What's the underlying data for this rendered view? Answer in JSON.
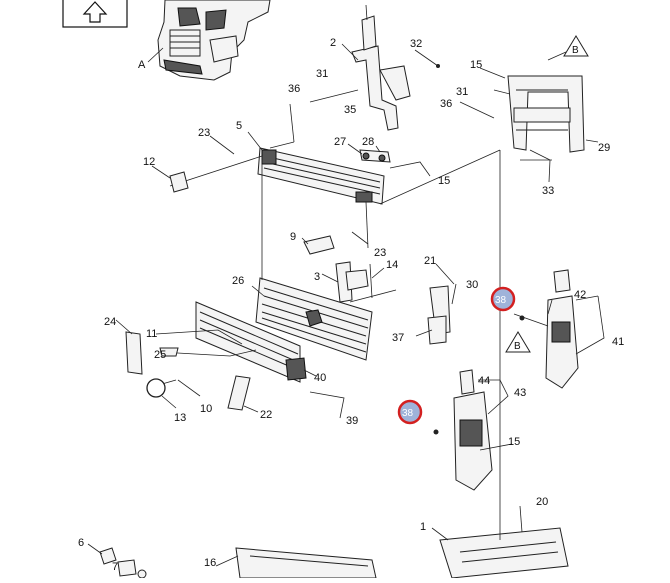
{
  "diagram": {
    "nav_icon": "up-arrow-icon",
    "callouts": [
      "2",
      "32",
      "15",
      "B",
      "31",
      "36",
      "31",
      "36",
      "35",
      "29",
      "A",
      "23",
      "5",
      "27",
      "28",
      "12",
      "15",
      "33",
      "9",
      "23",
      "21",
      "14",
      "26",
      "3",
      "30",
      "38",
      "42",
      "24",
      "11",
      "37",
      "B",
      "41",
      "25",
      "40",
      "44",
      "43",
      "38",
      "13",
      "10",
      "22",
      "39",
      "15",
      "20",
      "1",
      "6",
      "7",
      "16"
    ],
    "accent_color": "#d32020",
    "highlight_fill": "#9fb3d9"
  }
}
